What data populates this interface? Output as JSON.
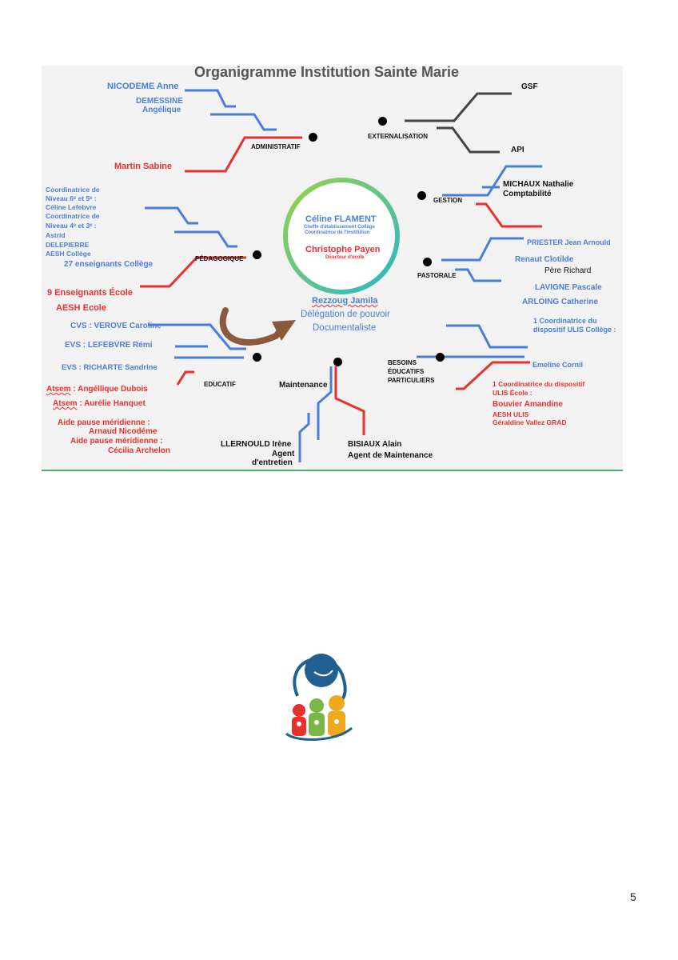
{
  "title": "Organigramme Institution Sainte Marie",
  "center": {
    "name1": "Céline FLAMENT",
    "role1a": "Cheffe d'établissement Collège",
    "role1b": "Coordinatrice de l'Institution",
    "name2": "Christophe Payen",
    "role2": "Directeur d'école"
  },
  "delegation": {
    "name": "Rezzoug Jamila",
    "line1": "Délégation de pouvoir",
    "line2": "Documentaliste"
  },
  "poles": {
    "administratif": "ADMINISTRATIF",
    "externalisation": "EXTERNALISATION",
    "gestion": "GESTION",
    "pedagogique": "PÉDAGOGIQUE",
    "pastorale": "PASTORALE",
    "educatif": "EDUCATIF",
    "maintenance": "Maintenance",
    "besoins1": "BESOINS",
    "besoins2": "ÉDUCATIFS",
    "besoins3": "PARTICULIERS"
  },
  "administratif": {
    "p1": "NICODEME Anne",
    "p2a": "DEMESSINE",
    "p2b": "Angélique",
    "p3": "Martin Sabine"
  },
  "externalisation": {
    "p1": "GSF",
    "p2": "API"
  },
  "gestion": {
    "p1a": "MICHAUX Nathalie",
    "p1b": "Comptabilité"
  },
  "pedagogique": {
    "l1": "Coordinatrice de",
    "l2": "Niveau 6ᵉ et 5ᵉ :",
    "l3": "Céline Lefebvre",
    "l4": "Coordinatrice de",
    "l5": "Niveau 4ᵉ et 3ᵉ :",
    "l6": "Astrid",
    "l7": "DELEPIERRE",
    "l8": "AESH Collège",
    "l9": "27 enseignants Collège",
    "l10": "9 Enseignants École",
    "l11": "AESH Ecole"
  },
  "pastorale": {
    "p1": "PRIESTER Jean Arnould",
    "p2": "Renaut Clotilde",
    "p3": "Père Richard",
    "p4": "LAVIGNE Pascale",
    "p5": "ARLOING Catherine"
  },
  "educatif": {
    "p1": "CVS : VEROVE Caroline",
    "p2": "EVS : LEFEBVRE Rémi",
    "p3": "EVS : RICHARTE Sandrine",
    "p4a": "Atsem",
    "p4b": " : Angéllique Dubois",
    "p5a": "Atsem",
    "p5b": " : Aurélie Hanquet",
    "p6": "Aide pause méridienne :",
    "p7": "Arnaud Nicodéme",
    "p8": "Aide pause méridienne :",
    "p9": "Cécilia Archelon"
  },
  "maintenance": {
    "p1a": "LLERNOULD Irène",
    "p1b": "Agent",
    "p1c": "d'entretien",
    "p2a": "BISIAUX Alain",
    "p2b": "Agent de Maintenance"
  },
  "besoins": {
    "p1a": "1 Coordinatrice du",
    "p1b": "dispositif ULIS Collège :",
    "p2": "Emeline Cornil",
    "p3a": "1 Coordinatrice du dispositif",
    "p3b": "ULIS École :",
    "p4": "Bouvier Amandine",
    "p5": "AESH ULIS",
    "p6": "Géraldine Vallez GRAD"
  },
  "page_number": "5",
  "colors": {
    "blue": "#4a7fd8",
    "red": "#e8302e",
    "dark": "#444444",
    "arrow": "#8b5a3c"
  },
  "logo": {
    "icon": "sainte-marie-logo-icon"
  }
}
